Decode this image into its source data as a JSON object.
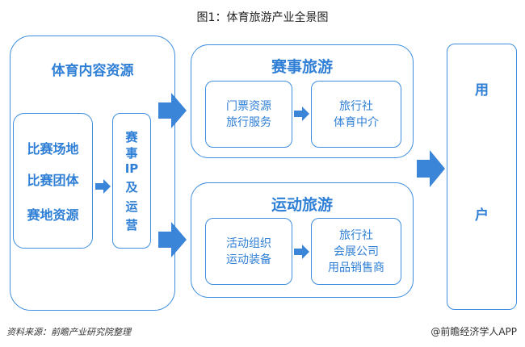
{
  "title": "图1：体育旅游产业全景图",
  "left_panel": {
    "title": "体育内容资源",
    "resources": [
      "比赛场地",
      "比赛团体",
      "赛地资源"
    ],
    "ip_box": [
      "赛",
      "事",
      "IP",
      "及",
      "运",
      "营"
    ]
  },
  "event_tourism": {
    "title": "赛事旅游",
    "box1": [
      "门票资源",
      "旅行服务"
    ],
    "box2": [
      "旅行社",
      "体育中介"
    ]
  },
  "sport_tourism": {
    "title": "运动旅游",
    "box1": [
      "活动组织",
      "运动装备"
    ],
    "box2": [
      "旅行社",
      "会展公司",
      "用品销售商"
    ]
  },
  "user_box": [
    "用",
    "户"
  ],
  "footer": {
    "source": "资料来源：前瞻产业研究院整理",
    "brand": "@前瞻经济学人APP"
  },
  "colors": {
    "border": "#3d8ee0",
    "text": "#2f7fd6",
    "arrow": "#3a85d8"
  }
}
